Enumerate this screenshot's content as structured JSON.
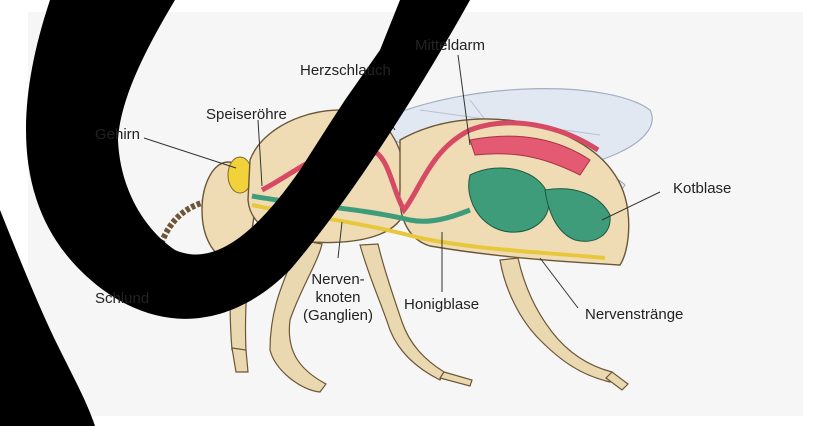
{
  "diagram": {
    "labels": {
      "mitteldarm": "Mitteldarm",
      "herzschlauch": "Herzschlauch",
      "speiseroehre": "Speiseröhre",
      "gehirn": "Gehirn",
      "kotblase": "Kotblase",
      "schlund": "Schlund",
      "nervenknoten_line1": "Nerven-",
      "nervenknoten_line2": "knoten",
      "nervenknoten_line3": "(Ganglien)",
      "honigblase": "Honigblase",
      "nervenstraenge": "Nervenstränge"
    },
    "colors": {
      "body": "#efdcb4",
      "outline": "#6b5637",
      "heart": "#d74a63",
      "gut": "#3e9c7b",
      "nerve": "#e7c83c",
      "wing": "#dfe7f2",
      "overlay": "#000000"
    }
  }
}
